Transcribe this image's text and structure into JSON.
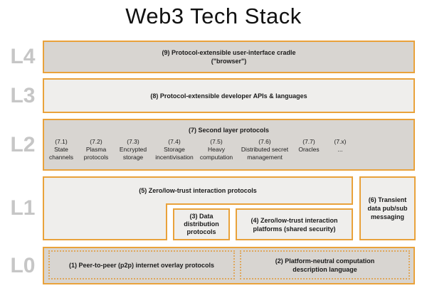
{
  "title": "Web3 Tech Stack",
  "colors": {
    "border_orange": "#e9a23b",
    "dotted_orange": "#dfa75c",
    "fill_dark_gray": "#d8d5d1",
    "fill_light_gray": "#efeeec",
    "layer_label_gray": "#c6c6c6",
    "text": "#1b1b1b"
  },
  "layers": {
    "l4": {
      "label": "L4",
      "box9_line1": "(9) Protocol-extensible user-interface cradle",
      "box9_line2": "(\"browser\")"
    },
    "l3": {
      "label": "L3",
      "box8": "(8) Protocol-extensible developer APIs & languages"
    },
    "l2": {
      "label": "L2",
      "header": "(7) Second layer protocols",
      "items": [
        {
          "num": "(7.1)",
          "name": "State channels"
        },
        {
          "num": "(7.2)",
          "name": "Plasma protocols"
        },
        {
          "num": "(7.3)",
          "name": "Encrypted storage"
        },
        {
          "num": "(7.4)",
          "name": "Storage incentivisation"
        },
        {
          "num": "(7.5)",
          "name": "Heavy computation"
        },
        {
          "num": "(7.6)",
          "name": "Distributed secret management"
        },
        {
          "num": "(7.7)",
          "name": "Oracles"
        },
        {
          "num": "(7.x)",
          "name": "..."
        }
      ]
    },
    "l1": {
      "label": "L1",
      "box5": "(5) Zero/low-trust interaction protocols",
      "box3": "(3) Data distribution protocols",
      "box4": "(4) Zero/low-trust interaction platforms (shared security)",
      "box6": "(6) Transient data pub/sub messaging"
    },
    "l0": {
      "label": "L0",
      "box1": "(1) Peer-to-peer (p2p) internet overlay protocols",
      "box2": "(2) Platform-neutral computation description language"
    }
  }
}
